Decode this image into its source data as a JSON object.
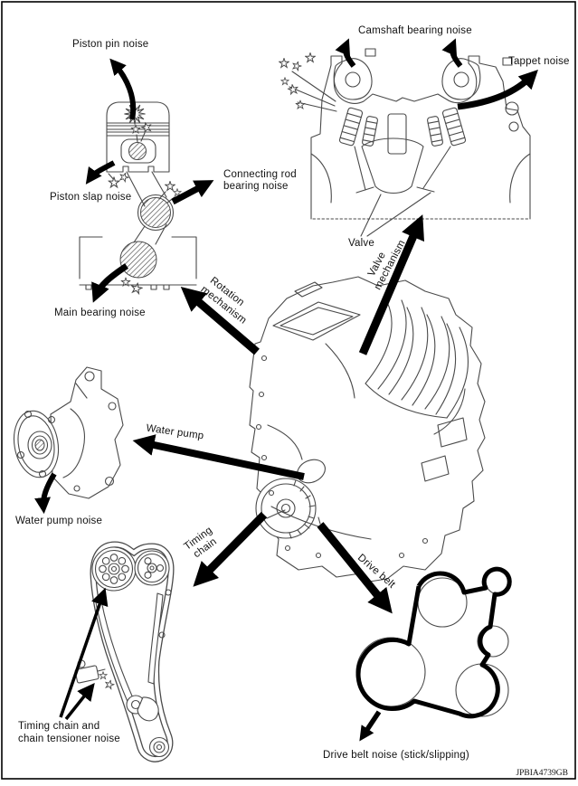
{
  "figure": {
    "id_code": "JPBIA4739GB",
    "labels": {
      "piston_pin_noise": "Piston pin noise",
      "piston_slap_noise": "Piston slap noise",
      "connecting_rod_bearing_noise": [
        "Connecting rod",
        "bearing noise"
      ],
      "main_bearing_noise": "Main bearing noise",
      "camshaft_bearing_noise": "Camshaft bearing noise",
      "tappet_noise": "Tappet noise",
      "valve": "Valve",
      "valve_mechanism": [
        "Valve",
        "mechanism"
      ],
      "rotation_mechanism": [
        "Rotation",
        "mechanism"
      ],
      "water_pump": "Water pump",
      "water_pump_noise": "Water pump noise",
      "timing_chain": [
        "Timing",
        "chain"
      ],
      "drive_belt": "Drive belt",
      "timing_chain_and_tensioner_noise": [
        "Timing chain and",
        "chain tensioner noise"
      ],
      "drive_belt_noise": "Drive belt noise (stick/slipping)"
    },
    "colors": {
      "ink": "#000000",
      "sketch_line": "#4a4a4a",
      "text": "#111111",
      "background": "#ffffff"
    }
  }
}
